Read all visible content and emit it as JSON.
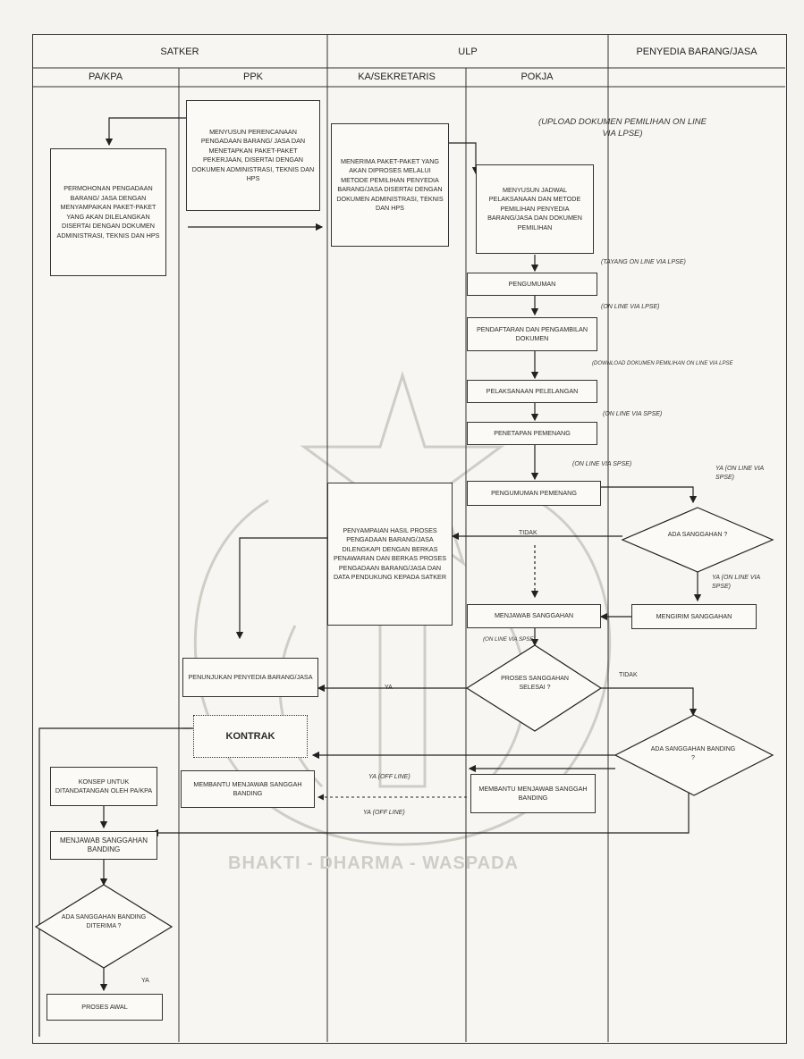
{
  "headers": {
    "satker": "SATKER",
    "ulp": "ULP",
    "penyedia": "PENYEDIA BARANG/JASA",
    "pa_kpa": "PA/KPA",
    "ppk": "PPK",
    "ka_sekretaris": "KA/SEKRETARIS",
    "pokja": "POKJA"
  },
  "boxes": {
    "permohonan": "PERMOHONAN PENGADAAN BARANG/ JASA DENGAN MENYAMPAIKAN PAKET-PAKET YANG AKAN DILELANGKAN DISERTAI DENGAN DOKUMEN ADMINISTRASI, TEKNIS DAN HPS",
    "menyusun_perencanaan": "MENYUSUN PERENCANAAN PENGADAAN BARANG/ JASA DAN MENETAPKAN PAKET-PAKET PEKERJAAN, DISERTAI DENGAN DOKUMEN ADMINISTRASI, TEKNIS DAN HPS",
    "menerima_paket": "MENERIMA PAKET-PAKET YANG AKAN DIPROSES MELALUI METODE PEMILIHAN PENYEDIA BARANG/JASA DISERTAI DENGAN DOKUMEN ADMINISTRASI, TEKNIS DAN HPS",
    "menyusun_jadwal": "MENYUSUN JADWAL PELAKSANAAN DAN METODE PEMILIHAN PENYEDIA BARANG/JASA DAN DOKUMEN PEMILIHAN",
    "pengumuman": "PENGUMUMAN",
    "pendaftaran": "PENDAFTARAN DAN PENGAMBILAN DOKUMEN",
    "pelaksanaan": "PELAKSANAAN PELELANGAN",
    "penetapan": "PENETAPAN PEMENANG",
    "pengumuman_pemenang": "PENGUMUMAN PEMENANG",
    "penyampaian": "PENYAMPAIAN HASIL PROSES PENGADAAN BARANG/JASA DILENGKAPI DENGAN BERKAS PENAWARAN DAN BERKAS PROSES PENGADAAN BARANG/JASA DAN DATA PENDUKUNG KEPADA SATKER",
    "menjawab_sanggahan": "MENJAWAB SANGGAHAN",
    "mengirim_sanggahan": "MENGIRIM SANGGAHAN",
    "penunjukan": "PENUNJUKAN PENYEDIA BARANG/JASA",
    "kontrak": "KONTRAK",
    "konsep": "KONSEP UNTUK DITANDATANGAN OLEH PA/KPA",
    "membantu_ppk": "MEMBANTU MENJAWAB SANGGAH BANDING",
    "membantu_pokja": "MEMBANTU MENJAWAB SANGGAH BANDING",
    "menjawab_banding": "MENJAWAB SANGGAHAN BANDING",
    "proses_awal": "PROSES AWAL"
  },
  "decisions": {
    "ada_sanggahan": "ADA SANGGAHAN ?",
    "proses_selesai": "PROSES SANGGAHAN SELESAI ?",
    "ada_banding": "ADA SANGGAHAN BANDING ?",
    "banding_diterima": "ADA SANGGAHAN BANDING DITERIMA ?"
  },
  "labels": {
    "upload": "(UPLOAD DOKUMEN PEMILIHAN ON LINE VIA LPSE)",
    "tayang": "(TAYANG ON LINE VIA LPSE)",
    "online_lpse": "(ON LINE VIA LPSE)",
    "download": "(DOWNLOAD DOKUMEN PEMILIHAN ON LINE VIA LPSE",
    "online_spse_1": "(ON LINE VIA SPSE)",
    "online_spse_2": "(ON LINE VIA SPSE)",
    "ya_online_1": "YA (ON LINE VIA SPSE)",
    "ya_online_2": "YA (ON LINE VIA SPSE)",
    "online_spse_3": "(ON LINE VIA SPSE)",
    "tidak_1": "TIDAK",
    "tidak_2": "TIDAK",
    "ya_1": "YA",
    "ya_offline_1": "YA (OFF LINE)",
    "ya_offline_2": "YA (OFF LINE)",
    "ya_2": "YA"
  },
  "watermark": "BHAKTI - DHARMA - WASPADA"
}
